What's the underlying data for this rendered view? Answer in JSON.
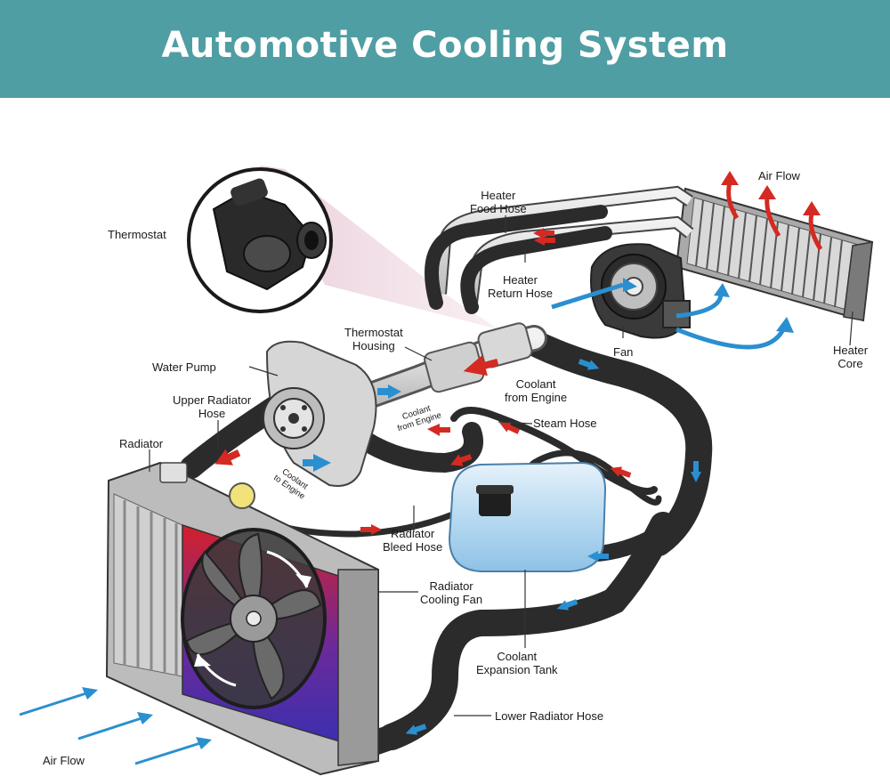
{
  "title": "Automotive Cooling System",
  "colors": {
    "banner": "#4f9ea3",
    "hose": "#2b2b2b",
    "pipe": "#d9d9d9",
    "flow_hot": "#d42a22",
    "flow_cool": "#2a8fd0",
    "tank": "#a7d0ee",
    "radiator_hot": "#d4202c",
    "radiator_cool": "#3a2fb0"
  },
  "labels": {
    "thermostat": "Thermostat",
    "heater_food_hose": "Heater\nFood Hose",
    "air_flow_top": "Air Flow",
    "heater_return_hose": "Heater\nReturn Hose",
    "thermostat_housing": "Thermostat\nHousing",
    "fan": "Fan",
    "heater_core": "Heater\nCore",
    "water_pump": "Water Pump",
    "coolant_from_engine": "Coolant\nfrom Engine",
    "upper_radiator_hose": "Upper Radiator\nHose",
    "coolant_from_engine_small": "Coolant\nfrom Engine",
    "steam_hose": "Steam Hose",
    "radiator": "Radiator",
    "coolant_to_engine": "Coolant\nto Engine",
    "radiator_bleed_hose": "Radiator\nBleed Hose",
    "radiator_cooling_fan": "Radiator\nCooling Fan",
    "coolant_expansion_tank": "Coolant\nExpansion Tank",
    "lower_radiator_hose": "Lower Radiator Hose",
    "air_flow_bottom": "Air Flow"
  }
}
